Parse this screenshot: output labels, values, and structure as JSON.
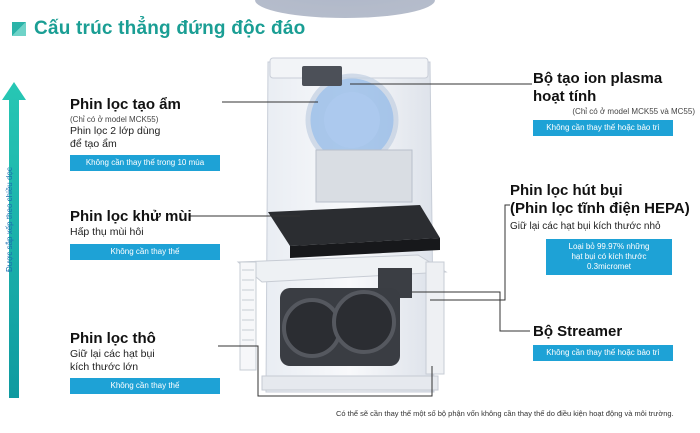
{
  "title": "Cấu trúc thẳng đứng độc đáo",
  "vertical_label": "Được sắp xếp theo chiều dọc",
  "components": {
    "humidifier": {
      "heading": "Phin lọc tạo ẩm",
      "note": "(Chỉ có ở model MCK55)",
      "desc_1": "Phin lọc 2 lớp dùng",
      "desc_2": "để tạo ẩm",
      "badge": "Không cần thay thế trong 10 mùa"
    },
    "deodorizer": {
      "heading": "Phin lọc khử mùi",
      "desc": "Hấp thụ mùi hôi",
      "badge": "Không cần thay thế"
    },
    "prefilter": {
      "heading": "Phin lọc thô",
      "desc_1": "Giữ lại các hạt bụi",
      "desc_2": "kích thước lớn",
      "badge": "Không cần thay thế"
    },
    "plasma": {
      "heading_1": "Bộ tạo ion plasma",
      "heading_2": "hoạt tính",
      "note": "(Chỉ có ở model MCK55 và MC55)",
      "badge": "Không cần thay thế hoặc bảo trì"
    },
    "hepa": {
      "heading_1": "Phin lọc hút bụi",
      "heading_2": "(Phin lọc tĩnh điện HEPA)",
      "desc": "Giữ lại các hạt bụi kích thước nhỏ",
      "badge_1": "Loại bỏ 99.97% những",
      "badge_2": "hạt bụi có kích thước 0.3micromet"
    },
    "streamer": {
      "heading": "Bộ Streamer",
      "badge": "Không cần thay thế hoặc bảo trì"
    }
  },
  "footnote": "Có thể sẽ cần thay thế một số bộ phận vốn không cần thay thế do điều kiện hoạt động và môi trường.",
  "colors": {
    "accent": "#1a9e94",
    "badge": "#1ea2d6",
    "arrow": "#1cb5a8"
  }
}
